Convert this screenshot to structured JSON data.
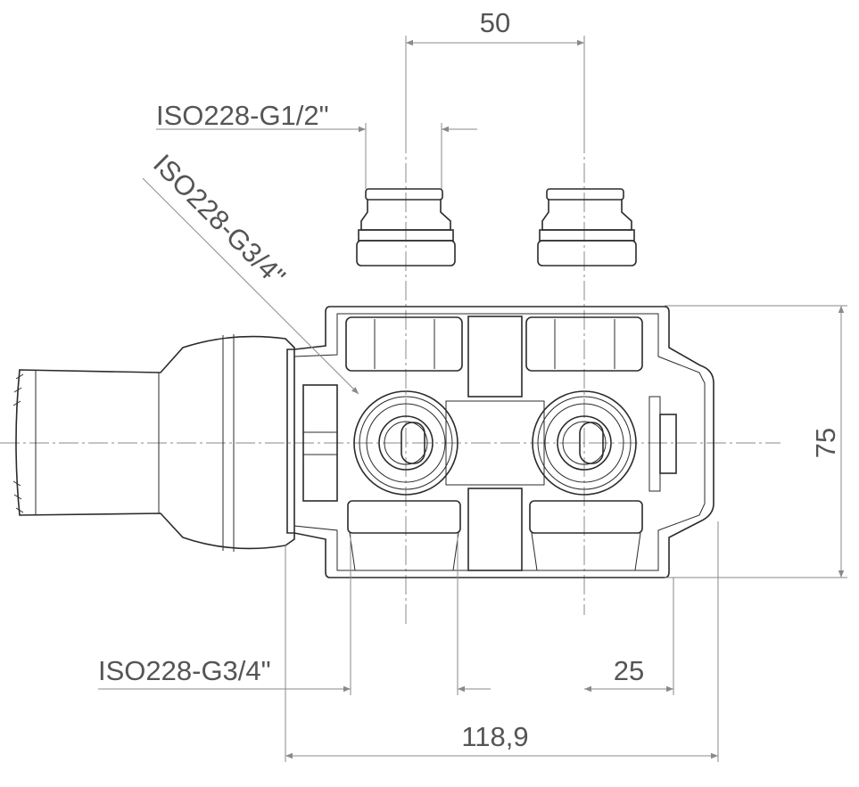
{
  "dimensions": {
    "top_spacing": "50",
    "inlet_thread": "ISO228-G1/2\"",
    "side_thread": "ISO228-G3/4\"",
    "height": "75",
    "bottom_thread": "ISO228-G3/4\"",
    "offset": "25",
    "total_width": "118,9"
  },
  "colors": {
    "line": "#2b2b2b",
    "dimension": "#8a8a8a"
  }
}
